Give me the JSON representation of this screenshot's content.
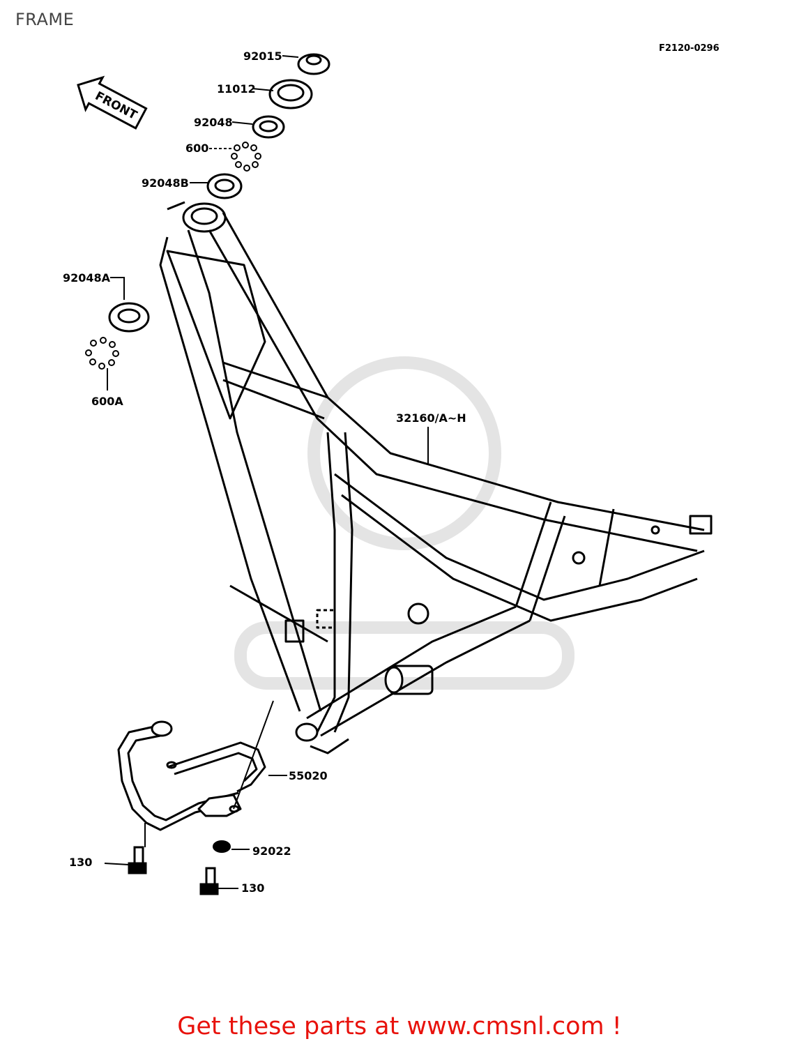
{
  "header": {
    "title": "FRAME",
    "figure_code": "F2120-0296"
  },
  "front_arrow": {
    "text": "FRONT"
  },
  "parts": [
    {
      "id": "92015"
    },
    {
      "id": "11012"
    },
    {
      "id": "92048"
    },
    {
      "id": "600"
    },
    {
      "id": "92048B"
    },
    {
      "id": "92048A"
    },
    {
      "id": "600A"
    },
    {
      "id": "32160/A~H"
    },
    {
      "id": "55020"
    },
    {
      "id": "92022"
    },
    {
      "id": "130"
    },
    {
      "id": "130"
    }
  ],
  "footer": {
    "text": "Get these parts at www.cmsnl.com !"
  },
  "colors": {
    "footer": "#e8120c",
    "lines": "#000000",
    "watermark": "#e4e4e4"
  }
}
